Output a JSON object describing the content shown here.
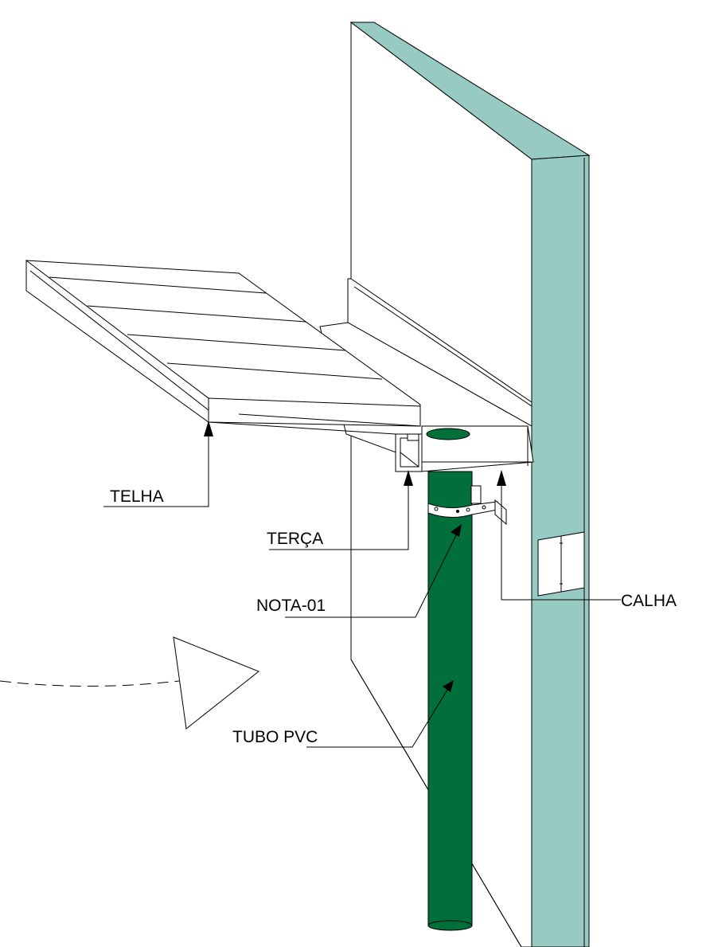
{
  "labels": {
    "telha": "TELHA",
    "terca": "TERÇA",
    "nota": "NOTA-01",
    "tubo": "TUBO PVC",
    "calha": "CALHA"
  },
  "colors": {
    "wall_edge": "#96cac2",
    "pipe": "#006f3a",
    "line": "#000000",
    "background": "#ffffff"
  }
}
